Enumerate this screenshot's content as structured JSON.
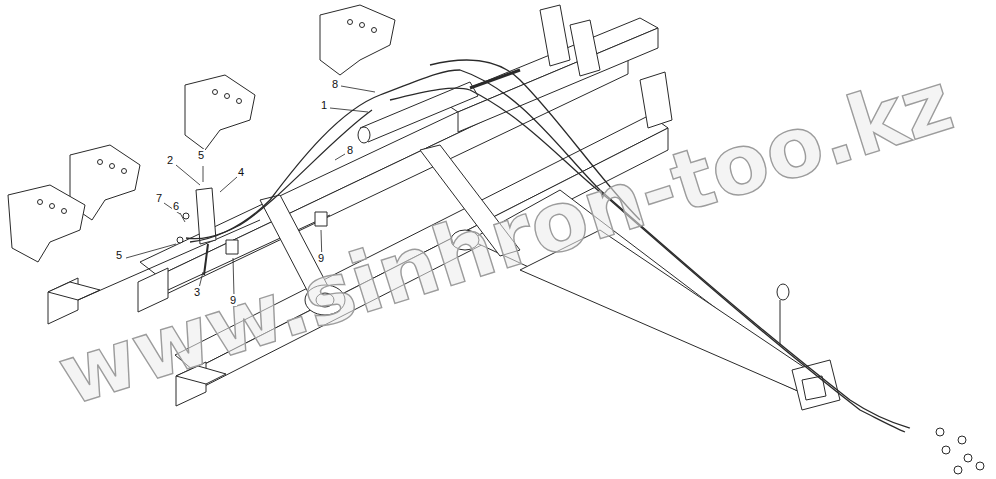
{
  "diagram": {
    "labels": [
      "8",
      "1",
      "5",
      "2",
      "4",
      "7",
      "6",
      "8",
      "5",
      "3",
      "9",
      "9",
      "www.sinhron-too.kz"
    ]
  }
}
